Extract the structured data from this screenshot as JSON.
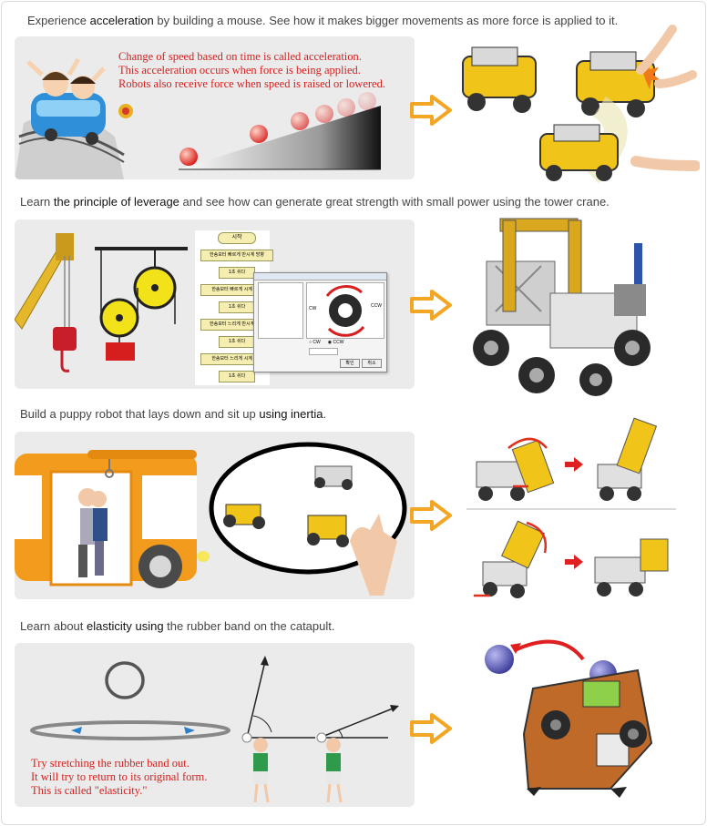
{
  "sections": [
    {
      "caption_pre": "Experience ",
      "caption_key": "acceleration",
      "caption_post": " by building a mouse. See how it makes bigger movements as more force is applied to it.",
      "panel_text": [
        "Change of speed based on time is called acceleration.",
        "This acceleration occurs when force is being applied.",
        "Robots also receive force when speed is raised or lowered."
      ]
    },
    {
      "caption_pre": "Learn ",
      "caption_key": "the principle of leverage",
      "caption_post": " and see how can generate great strength with small power using the tower crane.",
      "flowchart": {
        "start": "시작",
        "steps": [
          "한송모터 빠르게 반시계 방향",
          "1초 쉬다",
          "한송모터 빠르게 시계 방향",
          "1초 쉬다",
          "한송모터 느리게 반시계 방향",
          "1초 쉬다",
          "한송모터 느리게 시계 방향",
          "1초 쉬다"
        ]
      },
      "dialog": {
        "cw": "CW",
        "ccw": "CCW",
        "radio_cw": "CW",
        "radio_ccw": "CCW",
        "ok": "확인",
        "cancel": "취소"
      }
    },
    {
      "caption_pre": "Build a puppy robot that lays down and sit up ",
      "caption_key": "using inertia",
      "caption_post": "."
    },
    {
      "caption_pre": "Learn about ",
      "caption_key": "elasticity using",
      "caption_post": " the rubber band on the catapult.",
      "panel_text": [
        "Try stretching the rubber band out.",
        "It will try to return to its original form.",
        "This is called \"elasticity.\""
      ]
    }
  ],
  "colors": {
    "accent_red": "#d62020",
    "arrow_orange": "#f3a623",
    "bus_orange": "#f39b1c",
    "panel_bg": "#ebebeb"
  }
}
